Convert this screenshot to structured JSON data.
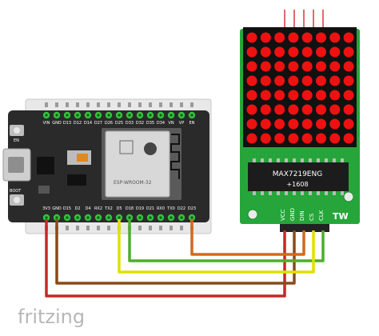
{
  "brand": "fritzing",
  "esp32": {
    "top_pins": [
      "VIN",
      "GND",
      "D13",
      "D12",
      "D14",
      "D27",
      "D26",
      "D25",
      "D33",
      "D32",
      "D35",
      "D34",
      "VN",
      "VP",
      "EN"
    ],
    "bottom_pins": [
      "3V3",
      "GND",
      "D15",
      "D2",
      "D4",
      "RX2",
      "TX2",
      "D5",
      "D18",
      "D19",
      "D21",
      "RX0",
      "TX0",
      "D22",
      "D23"
    ],
    "en_button": "EN",
    "boot_button": "BOOT"
  },
  "module": {
    "chip_label": "MAX7219ENG",
    "chip_code": "+1608",
    "logo": "TW",
    "pins": [
      "VCC",
      "GND",
      "DIN",
      "CS",
      "CLK"
    ],
    "rows": 8,
    "cols": 8
  },
  "wires": [
    {
      "from": "3V3",
      "to": "VCC",
      "color": "#c62828"
    },
    {
      "from": "GND",
      "to": "GND",
      "color": "#8a4a1a"
    },
    {
      "from": "D18",
      "to": "CLK",
      "color": "#4caf2a"
    },
    {
      "from": "D5",
      "to": "CS",
      "color": "#e0e000"
    },
    {
      "from": "D23",
      "to": "DIN",
      "color": "#d2691e"
    }
  ],
  "colors": {
    "board": "#2a2a2a",
    "module_pcb": "#26a63a",
    "led": "#ee1111",
    "pin_header": "#33c23e"
  }
}
